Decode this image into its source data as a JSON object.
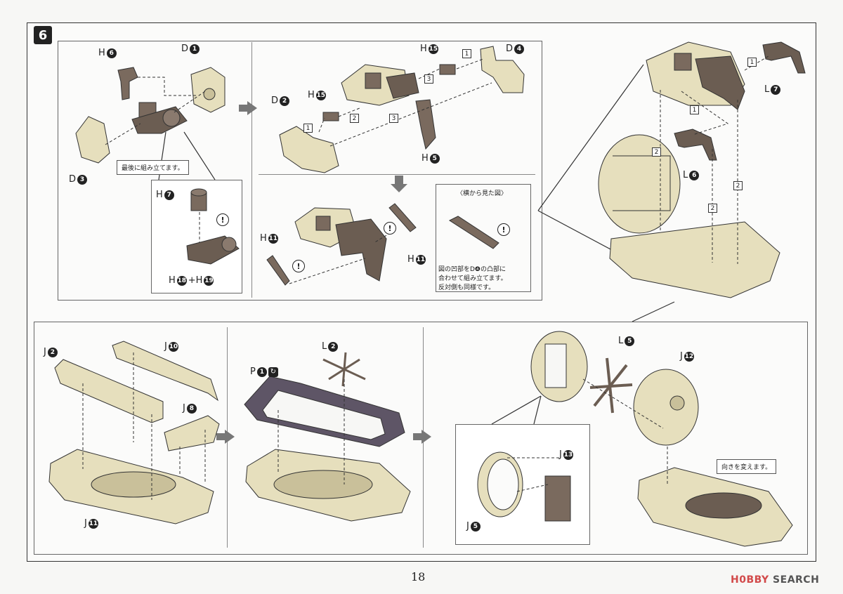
{
  "step_number": "6",
  "page_number": "18",
  "watermark": {
    "hobby": "H0BBY",
    "search": "SEARCH"
  },
  "labels": {
    "h6_top": {
      "letter": "H",
      "num": "6"
    },
    "d1": {
      "letter": "D",
      "num": "1"
    },
    "d3": {
      "letter": "D",
      "num": "3"
    },
    "h7": {
      "letter": "H",
      "num": "7"
    },
    "h18_h19": {
      "letter": "H",
      "num": "18",
      "plus": "+H",
      "num2": "19"
    },
    "h15_top": {
      "letter": "H",
      "num": "15"
    },
    "d4": {
      "letter": "D",
      "num": "4"
    },
    "d2": {
      "letter": "D",
      "num": "2"
    },
    "h15_mid": {
      "letter": "H",
      "num": "15"
    },
    "h5": {
      "letter": "H",
      "num": "5"
    },
    "h11_left": {
      "letter": "H",
      "num": "11"
    },
    "h11_right": {
      "letter": "H",
      "num": "11"
    },
    "l7": {
      "letter": "L",
      "num": "7"
    },
    "l6": {
      "letter": "L",
      "num": "6"
    },
    "j2": {
      "letter": "J",
      "num": "2"
    },
    "j10": {
      "letter": "J",
      "num": "10"
    },
    "j8": {
      "letter": "J",
      "num": "8"
    },
    "j11": {
      "letter": "J",
      "num": "11"
    },
    "p1": {
      "letter": "P",
      "num": "1"
    },
    "l2": {
      "letter": "L",
      "num": "2"
    },
    "l5": {
      "letter": "L",
      "num": "5"
    },
    "j12": {
      "letter": "J",
      "num": "12"
    },
    "j13": {
      "letter": "J",
      "num": "13"
    },
    "j5": {
      "letter": "J",
      "num": "5"
    }
  },
  "notes": {
    "assemble_last": "最後に組み立てます。",
    "side_view": "〈横から見た図〉",
    "side_view_text": [
      "図の凹部をD❹の凸部に",
      "合わせて組み立てます。",
      "反対側も同様です。"
    ],
    "change_direction": "向きを変えます。"
  },
  "step_marks": {
    "one": "1",
    "two": "2",
    "three": "3"
  },
  "colors": {
    "tan": "#e6dfbd",
    "tan_dark": "#c9c09a",
    "brown": "#7a6a5e",
    "brown_dark": "#4f443c",
    "gray": "#8a8a8a",
    "frame": "#333333"
  }
}
